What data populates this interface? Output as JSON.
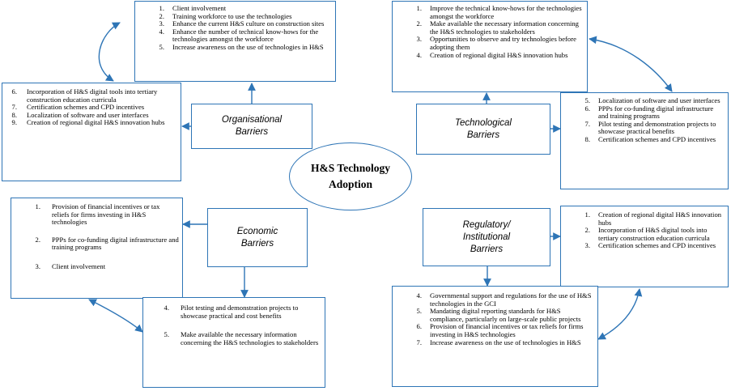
{
  "center": {
    "line1": "H&S Technology",
    "line2": "Adoption"
  },
  "organisational": {
    "label1": "Organisational",
    "label2": "Barriers",
    "box_top": [
      {
        "n": "1.",
        "t": "Client involvement"
      },
      {
        "n": "2.",
        "t": "Training workforce to use the technologies"
      },
      {
        "n": "3.",
        "t": "Enhance the current H&S culture on construction sites"
      },
      {
        "n": "4.",
        "t": "Enhance the number of technical know-hows for the technologies amongst the workforce"
      },
      {
        "n": "5.",
        "t": "Increase awareness on the use of technologies in H&S"
      }
    ],
    "box_left": [
      {
        "n": "6.",
        "t": "Incorporation of H&S digital tools into tertiary construction education curricula"
      },
      {
        "n": "7.",
        "t": "Certification schemes and CPD incentives"
      },
      {
        "n": "8.",
        "t": "Localization of software and user interfaces"
      },
      {
        "n": "9.",
        "t": "Creation of regional digital H&S innovation hubs"
      }
    ]
  },
  "technological": {
    "label1": "Technological",
    "label2": "Barriers",
    "box_top": [
      {
        "n": "1.",
        "t": "Improve the technical know-hows for the technologies amongst the workforce"
      },
      {
        "n": "2.",
        "t": "Make available the necessary information concerning the H&S technologies to stakeholders"
      },
      {
        "n": "3.",
        "t": "Opportunities to observe and try technologies before adopting them"
      },
      {
        "n": "4.",
        "t": "Creation of regional digital H&S innovation hubs"
      }
    ],
    "box_right": [
      {
        "n": "5.",
        "t": "Localization of software and user interfaces"
      },
      {
        "n": "6.",
        "t": "PPPs  for co-funding digital infrastructure and training programs"
      },
      {
        "n": "7.",
        "t": "Pilot testing and demonstration projects to showcase practical benefits"
      },
      {
        "n": "8.",
        "t": "Certification schemes and CPD incentives"
      }
    ]
  },
  "economic": {
    "label1": "Economic",
    "label2": "Barriers",
    "box_left": [
      {
        "n": "1.",
        "t": "Provision of financial incentives or tax reliefs for firms investing in H&S technologies"
      },
      {
        "n": "2.",
        "t": "PPPs for co-funding digital infrastructure and training programs"
      },
      {
        "n": "3.",
        "t": "Client involvement"
      }
    ],
    "box_bottom": [
      {
        "n": "4.",
        "t": "Pilot testing and demonstration projects to showcase practical and cost benefits"
      },
      {
        "n": "5.",
        "t": "Make available the necessary information concerning the H&S technologies to stakeholders"
      }
    ]
  },
  "regulatory": {
    "label1": "Regulatory/",
    "label2": "Institutional",
    "label3": "Barriers",
    "box_right": [
      {
        "n": "1.",
        "t": "Creation of regional digital H&S innovation hubs"
      },
      {
        "n": "2.",
        "t": "Incorporation of H&S digital tools into tertiary construction education curricula"
      },
      {
        "n": "3.",
        "t": "Certification schemes and CPD incentives"
      }
    ],
    "box_bottom": [
      {
        "n": "4.",
        "t": "Governmental support and regulations for the use of H&S technologies in the GCI"
      },
      {
        "n": "5.",
        "t": "Mandating digital reporting standards for H&S compliance, particularly on large-scale public projects"
      },
      {
        "n": "6.",
        "t": "Provision of financial incentives or tax reliefs for firms investing in H&S technologies"
      },
      {
        "n": "7.",
        "t": "Increase awareness on the use of technologies in H&S"
      }
    ]
  }
}
